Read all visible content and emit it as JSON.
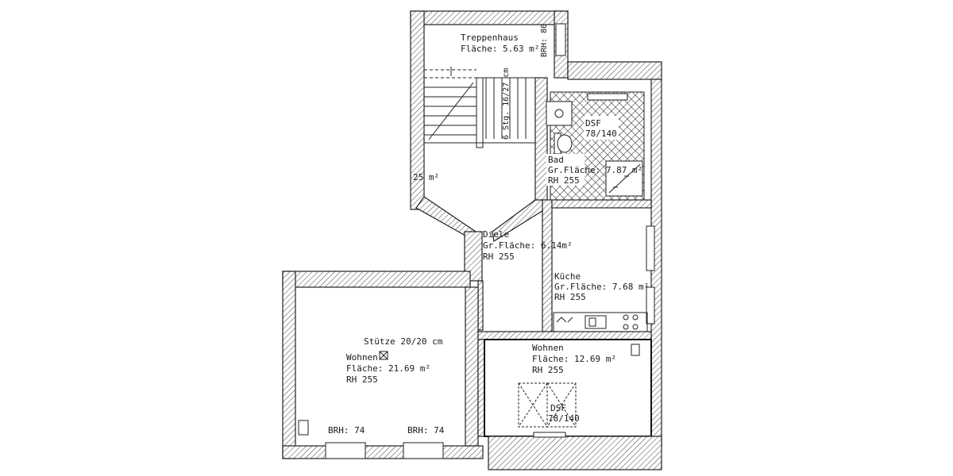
{
  "rooms": {
    "stair": {
      "name": "Treppenhaus",
      "area": "Fläche: 5.63 m²",
      "brh": "BRH: 80",
      "steps": "6 Stg. 16/27 cm",
      "partial": "25 m²"
    },
    "bath": {
      "name": "Bad",
      "area": "Gr.Fläche: 7.87 m²",
      "rh": "RH 255",
      "dsf": "DSF",
      "dsf_size": "78/140"
    },
    "hall": {
      "name": "Diele",
      "area": "Gr.Fläche: 6.14m²",
      "rh": "RH 255"
    },
    "kitchen": {
      "name": "Küche",
      "area": "Gr.Fläche: 7.68 m²",
      "rh": "RH 255"
    },
    "living_left": {
      "support": "Stütze 20/20 cm",
      "name": "Wohnen",
      "area": "Fläche: 21.69 m²",
      "rh": "RH 255",
      "brh_1": "BRH: 74",
      "brh_2": "BRH: 74"
    },
    "living_right": {
      "name": "Wohnen",
      "area": "Fläche: 12.69 m²",
      "rh": "RH 255",
      "dsf": "DSF",
      "dsf_size": "78/140"
    }
  },
  "colors": {
    "ink": "#222222",
    "background": "#ffffff"
  }
}
